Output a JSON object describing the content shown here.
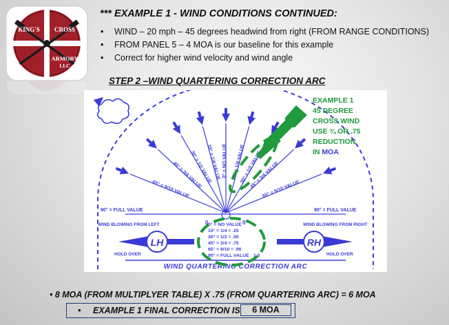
{
  "logo": {
    "text_top_left": "KING'S",
    "text_top_right": "CROSS",
    "text_bottom_right": "ARMORY",
    "text_bottom_sub": "LLC",
    "colors": {
      "badge": "#ffffff",
      "red": "#a0202a",
      "dark": "#1b1b1b"
    }
  },
  "header": {
    "title": "*** EXAMPLE 1 - WIND CONDITIONS CONTINUED:",
    "bullets": [
      "WIND – 20  mph – 45  degrees headwind from right (FROM RANGE CONDITIONS)",
      "FROM PANEL 5 – 4 MOA  is our baseline for this example",
      "Correct for higher wind velocity and wind angle"
    ],
    "bullet_char": "•"
  },
  "step_title": "STEP 2 –WIND QUARTERING CORRECTION ARC",
  "diagram": {
    "colors": {
      "blue": "#3a3ad6",
      "green": "#1f9a3c",
      "white": "#ffffff"
    },
    "rays": [
      {
        "angle": "0° = NO VALUE"
      },
      {
        "angle": "15° = 1/4 VALUE"
      },
      {
        "angle": "30° = 1/2 VALUE"
      },
      {
        "angle": "45° = 3/4 VALUE"
      },
      {
        "angle": "65° = 9/10 VALUE"
      },
      {
        "angle": "90° = FULL VALUE"
      }
    ],
    "left_full": "90° = FULL VALUE",
    "right_full": "90° = FULL VALUE",
    "zero_left": "0",
    "zero_right": "0",
    "wind_left": "WIND BLOWING FROM LEFT",
    "wind_right": "WIND BLOWING FROM RIGHT",
    "hold_over": "HOLD OVER",
    "lh": "LH",
    "rh": "RH",
    "table": [
      "0° = NO VALUE",
      "15° = 1/4  = .25",
      "30° = 1/2  = .50",
      "45° = 3/4  = .75",
      "65° = 9/10 = .90",
      "90° = FULL VALUE"
    ],
    "table_tail": "1.0",
    "banner": "WIND QUARTERING CORRECTION ARC",
    "callout": [
      "EXAMPLE 1",
      "45 DEGREE",
      "CROSS WIND",
      "USE ¾ OR .75",
      "REDUCTION"
    ],
    "callout_last_prefix": "IN ",
    "callout_last_accent": "MOA"
  },
  "formula": "• 8 MOA (FROM MULTIPLYER TABLE)  X  .75 (FROM QUARTERING ARC) = 6 MOA",
  "final": {
    "bullet": "•",
    "label": "EXAMPLE 1 FINAL CORRECTION IS",
    "value": "6 MOA"
  }
}
